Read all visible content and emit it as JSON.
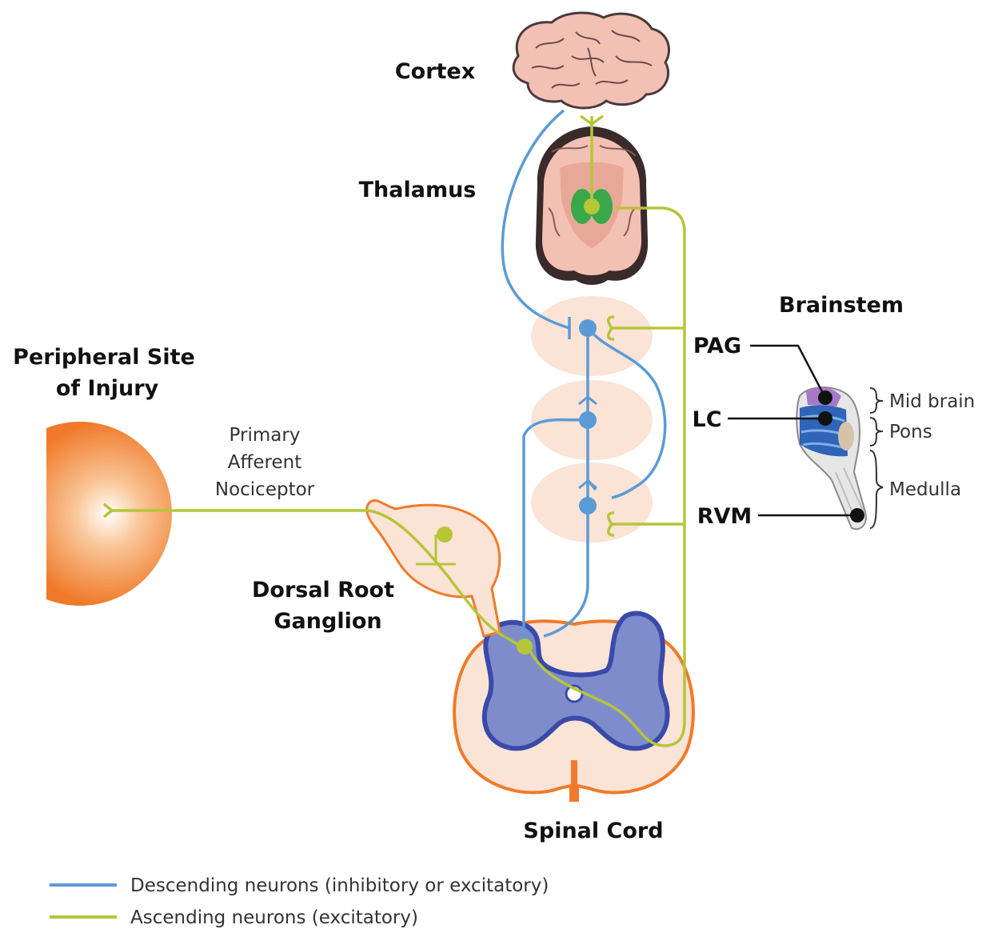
{
  "labels": {
    "cortex": "Cortex",
    "thalamus": "Thalamus",
    "brainstem": "Brainstem",
    "pag": "PAG",
    "lc": "LC",
    "rvm": "RVM",
    "peripheral_line1": "Peripheral Site",
    "peripheral_line2": "of Injury",
    "primary_line1": "Primary",
    "primary_line2": "Afferent",
    "primary_line3": "Nociceptor",
    "drg_line1": "Dorsal Root",
    "drg_line2": "Ganglion",
    "spinal_cord": "Spinal Cord",
    "mid_brain": "Mid brain",
    "pons": "Pons",
    "medulla": "Medulla"
  },
  "legend": [
    {
      "label": "Descending neurons (inhibitory or excitatory)",
      "color": "#5b9bd5"
    },
    {
      "label": "Ascending neurons (excitatory)",
      "color": "#b5c637"
    }
  ],
  "colors": {
    "descending": "#5b9bd5",
    "ascending": "#b5c637",
    "brain_pink": "#f3c1b4",
    "spinal_gray": "#7f8ccc",
    "injury_orange": "#f07a2a",
    "nucleus_bg": "#fbe3d6"
  }
}
